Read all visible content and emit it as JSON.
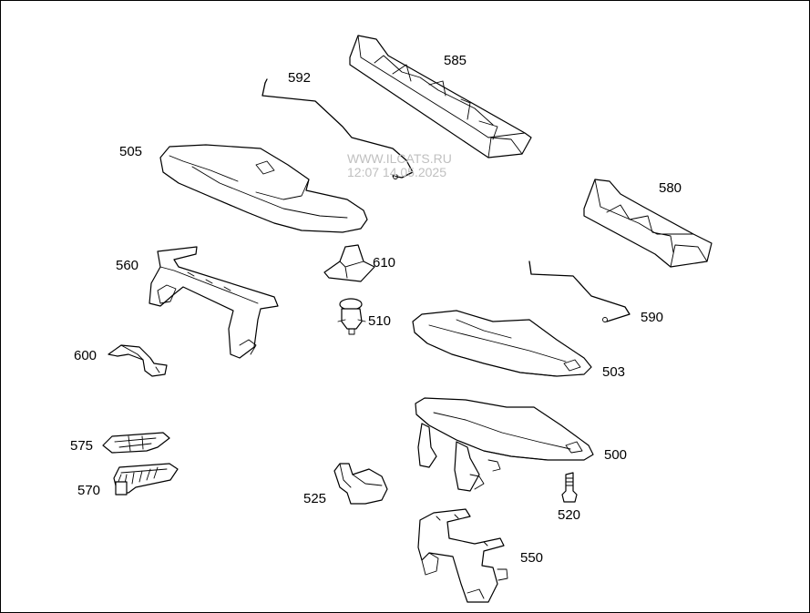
{
  "watermark": {
    "line1": "WWW.ILCATS.RU",
    "line2": "12:07 14.05.2025"
  },
  "labels": {
    "585": "585",
    "592": "592",
    "505": "505",
    "580": "580",
    "560": "560",
    "610": "610",
    "510": "510",
    "590": "590",
    "600": "600",
    "503": "503",
    "500": "500",
    "575": "575",
    "570": "570",
    "525": "525",
    "520": "520",
    "550": "550"
  }
}
